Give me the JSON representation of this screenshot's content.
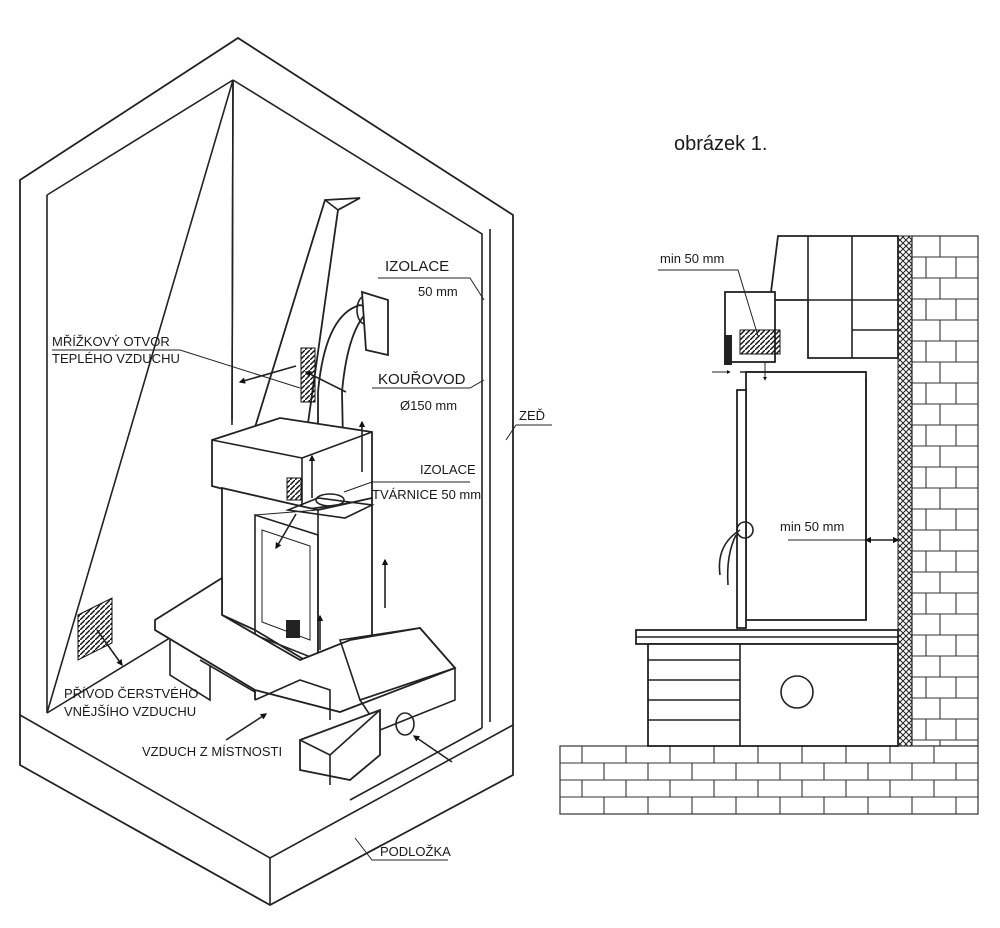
{
  "figure_title": "obrázek 1.",
  "iso_labels": {
    "izolace_top": "IZOLACE",
    "izolace_top_value": "50 mm",
    "mrizkovy_line1": "MŘÍŽKOVÝ OTVOR",
    "mrizkovy_line2": "TEPLÉHO VZDUCHU",
    "kourovod": "KOUŘOVOD",
    "kourovod_value": "Ø150 mm",
    "zed": "ZEĎ",
    "izolace_mid": "IZOLACE",
    "izolace_mid_value": "TVÁRNICE 50 mm",
    "privod_line1": "PŘÍVOD ČERSTVÉHO",
    "privod_line2": "VNĚJŠÍHO VZDUCHU",
    "vzduch": "VZDUCH Z MÍSTNOSTI",
    "podlozka": "PODLOŽKA"
  },
  "side_labels": {
    "min_top": "min 50 mm",
    "min_side": "min 50 mm"
  }
}
